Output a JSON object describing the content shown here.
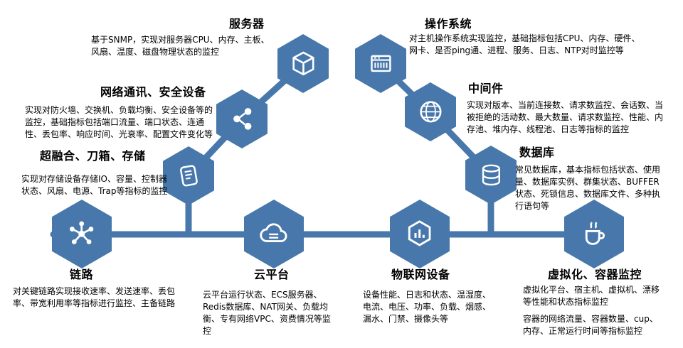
{
  "colors": {
    "accent": "#4878ab",
    "icon": "#ffffff",
    "text": "#000000"
  },
  "nodes": {
    "server": {
      "title": "服务器",
      "desc": "基于SNMP，实现对服务器CPU、内存、主板、风扇、温度、磁盘物理状态的监控"
    },
    "os": {
      "title": "操作系统",
      "desc": "对主机操作系统实现监控，基础指标包括CPU、内存、硬件、网卡、是否ping通、进程、服务、日志、NTP对时监控等"
    },
    "network": {
      "title": "网络通讯、安全设备",
      "desc": "实现对防火墙、交换机、负载均衡、安全设备等的监控，基础指标包括端口流量、端口状态、连通性、丢包率、响应时间、光衰率、配置文件变化等"
    },
    "middleware": {
      "title": "中间件",
      "desc": "实现对版本、当前连接数、请求数监控、会话数、当被拒绝的活动数、最大数量、请求数监控、性能、内存池、堆内存、线程池、日志等指标的监控"
    },
    "storage": {
      "title": "超融合、刀箱、存储",
      "desc": "实现对存储设备存储IO、容量、控制器状态、风扇、电源、Trap等指标的监控"
    },
    "database": {
      "title": "数据库",
      "desc": "常见数据库，基本指标包括状态、使用量、数据库实例、群集状态、BUFFER状态、死锁信息、数据库文件、多种执行语句等"
    },
    "link": {
      "title": "链路",
      "desc": "对关键链路实现接收速率、发送速率、丢包率、带宽利用率等指标进行监控、主备链路"
    },
    "cloud": {
      "title": "云平台",
      "desc": "云平台运行状态、ECS服务器、Redis数据库、NAT网关、负载均衡、专有网络VPC、资费情况等监控"
    },
    "iot": {
      "title": "物联网设备",
      "desc": "设备性能、日志和状态、温湿度、电流、电压、功率、负载、烟感、漏水、门禁、摄像头等"
    },
    "virtualization": {
      "title": "虚拟化、容器监控",
      "descs": [
        "虚拟化平台、宿主机、虚拟机、漂移等性能和状态指标监控",
        "容器的网络流量、容器数量、cup、内存、正常运行时间等指标监控"
      ]
    }
  }
}
